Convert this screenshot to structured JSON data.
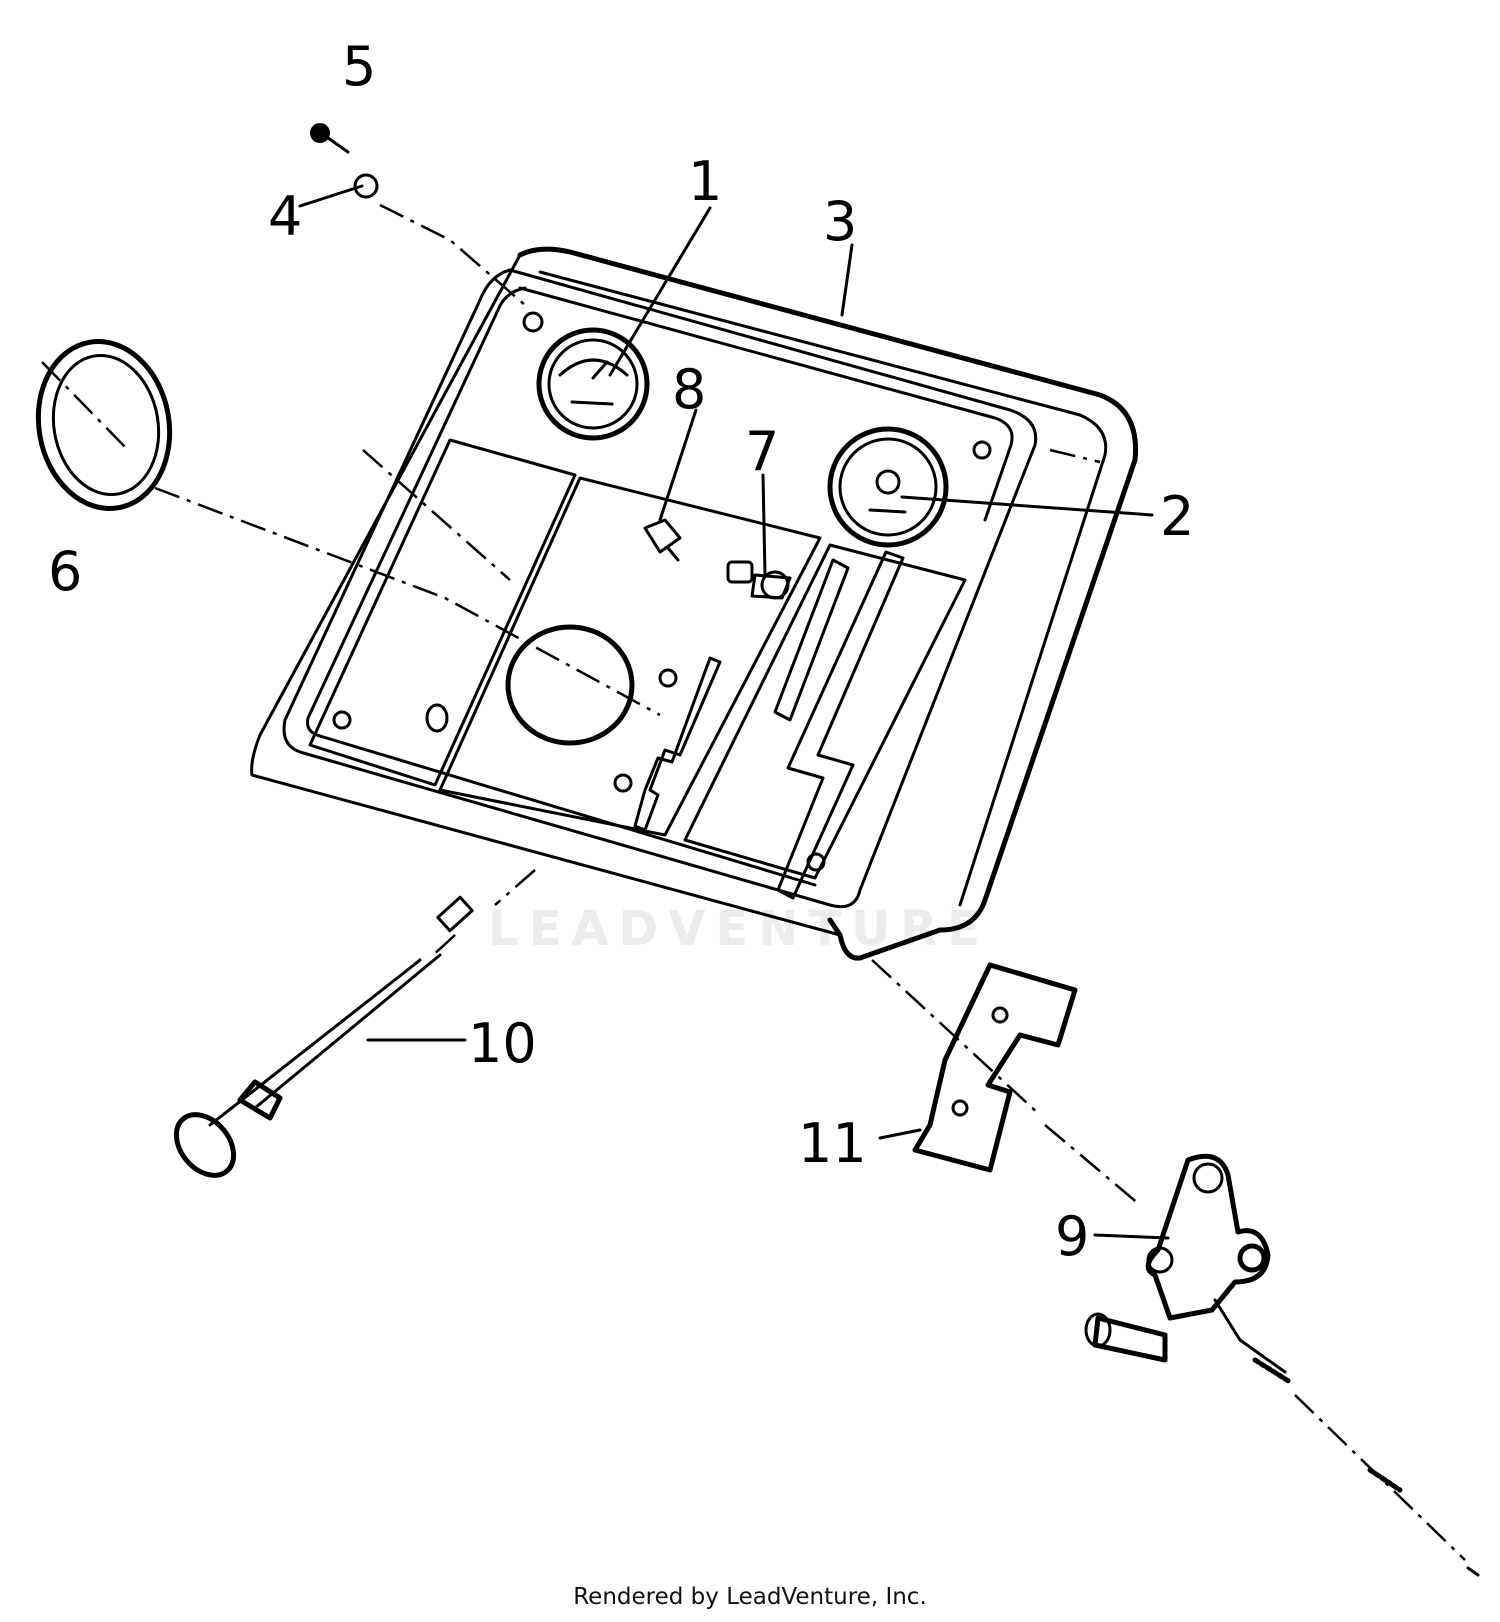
{
  "diagram": {
    "callouts": [
      {
        "id": "1",
        "text": "1"
      },
      {
        "id": "2",
        "text": "2"
      },
      {
        "id": "3",
        "text": "3"
      },
      {
        "id": "4",
        "text": "4"
      },
      {
        "id": "5",
        "text": "5"
      },
      {
        "id": "6",
        "text": "6"
      },
      {
        "id": "7",
        "text": "7"
      },
      {
        "id": "8",
        "text": "8"
      },
      {
        "id": "9",
        "text": "9"
      },
      {
        "id": "10",
        "text": "10"
      },
      {
        "id": "11",
        "text": "11"
      }
    ],
    "watermark": "LEADVENTURE",
    "footer": "Rendered by LeadVenture, Inc."
  }
}
